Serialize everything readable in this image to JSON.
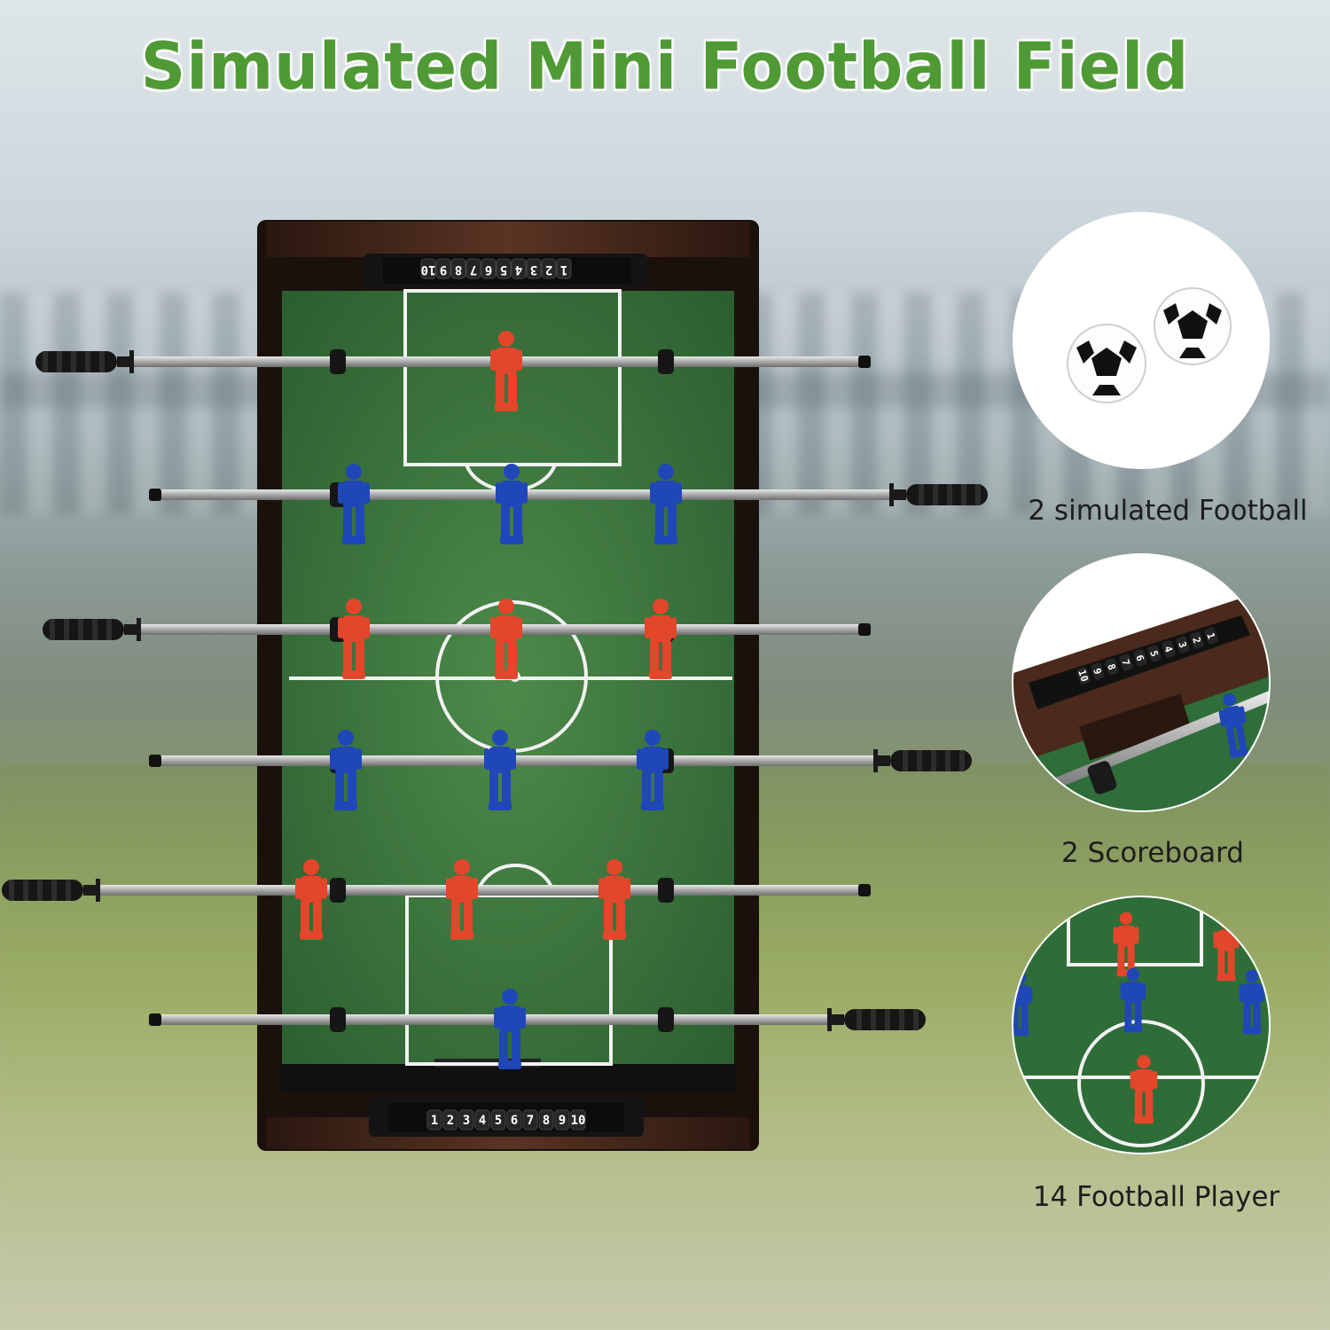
{
  "title": "Simulated Mini Football Field",
  "scoreboard_top_numbers": [
    "10",
    "9",
    "8",
    "7",
    "6",
    "5",
    "4",
    "3",
    "2",
    "1"
  ],
  "scoreboard_bottom_numbers": [
    "1",
    "2",
    "3",
    "4",
    "5",
    "6",
    "7",
    "8",
    "9",
    "10"
  ],
  "features": [
    {
      "caption": "2 simulated Football"
    },
    {
      "caption": "2 Scoreboard"
    },
    {
      "caption": "14 Football Player"
    }
  ],
  "colors": {
    "title_green": "#4f9a35",
    "field_green": "#2f6b35",
    "team_red": "#e2462b",
    "team_blue": "#1f47b8",
    "frame_wood": "#3a2418"
  }
}
